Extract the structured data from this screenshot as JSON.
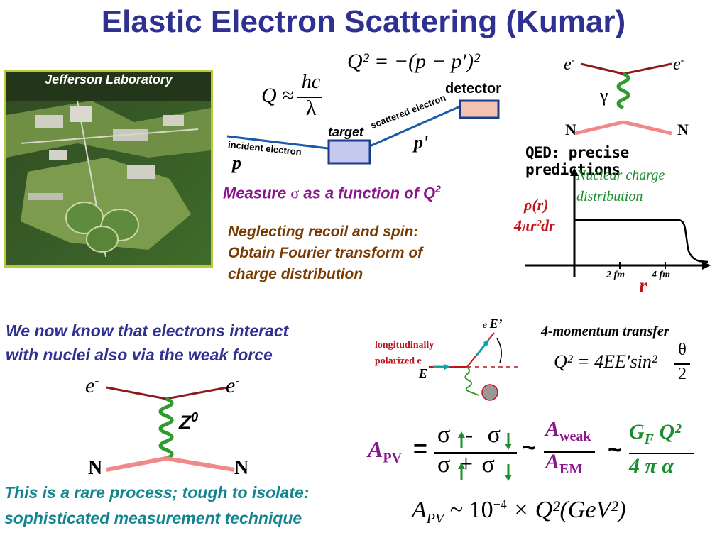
{
  "title": "Elastic Electron Scattering (Kumar)",
  "photo_caption": "Jefferson Laboratory",
  "kinematics": {
    "q2_formula": "Q² = −(p − p′)²",
    "q_lhs": "Q ≈",
    "q_num": "hc",
    "q_den": "λ",
    "detector": "detector",
    "target": "target",
    "scattered_electron": "scattered electron",
    "incident_electron": "incident electron",
    "p": "p",
    "p_prime": "p'"
  },
  "feynman_top": {
    "e_in": "e",
    "e_out": "e",
    "sup": "-",
    "boson": "γ",
    "n_in": "N",
    "n_out": "N"
  },
  "qed_text": "QED: precise predictions",
  "measure_pre": "Measure ",
  "measure_sym": "σ",
  "measure_post": " as a function of Q",
  "measure_sup": "2",
  "neglect": [
    "Neglecting recoil and spin:",
    "Obtain Fourier transform of",
    "charge distribution"
  ],
  "charge_plot": {
    "label_lines": [
      "Nuclear charge",
      "distribution"
    ],
    "rho": "ρ(r)",
    "factor": "4πr²dr",
    "tick1": "2 fm",
    "tick2": "4 fm",
    "r": "r"
  },
  "weak_text": [
    "We now know that electrons interact",
    "with nuclei also via the weak force"
  ],
  "feynman_bottom": {
    "e_in": "e",
    "e_out": "e",
    "sup": "-",
    "boson": "Z",
    "boson_sup": "0",
    "n_in": "N",
    "n_out": "N"
  },
  "polarized": {
    "line1": "longitudinally",
    "line2": "polarized e",
    "sup": "-",
    "E": "E",
    "e_out": "e",
    "E_prime": "E’"
  },
  "momentum_transfer": {
    "label": "4-momentum transfer",
    "lhs": "Q² = 4EE′sin²",
    "frac_num": "θ",
    "frac_den": "2"
  },
  "apv_formula": {
    "lhs": "A",
    "lhs_sub": "PV",
    "eq": "=",
    "num": "σ - σ",
    "den": "σ + σ",
    "tilde": "~",
    "weak_A": "A",
    "weak_sub": "weak",
    "em_A": "A",
    "em_sub": "EM",
    "gf": "G",
    "gf_sub": "F",
    "q2": " Q²",
    "den2": "4 π α"
  },
  "apv_scaling": {
    "A": "A",
    "sub": "PV",
    "rest": " ~ 10",
    "exp": "−4",
    "tail": " × Q²(GeV²)"
  },
  "rare_text": [
    "This is a rare process; tough to isolate:",
    "sophisticated measurement technique"
  ],
  "colors": {
    "title": "#2e3192",
    "purple": "#8b168b",
    "brown": "#7a3b00",
    "teal": "#12838f",
    "green": "#1b8f2e",
    "red": "#c0141c",
    "photo_border": "#b9c93a"
  }
}
